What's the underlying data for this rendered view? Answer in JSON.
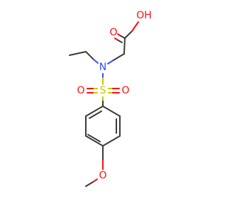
{
  "molecule": {
    "atoms": {
      "hydroxyl": "OH",
      "carbonyl_oxygen": "O",
      "nitrogen": "N",
      "sulfur": "S",
      "sulfonyl_oxygen_left": "O",
      "sulfonyl_oxygen_right": "O",
      "ether_oxygen": "O"
    },
    "colors": {
      "bond": "#3a3a3a",
      "oxygen": "#ff0d0d",
      "nitrogen": "#3050f8",
      "sulfur": "#c8c800"
    }
  }
}
